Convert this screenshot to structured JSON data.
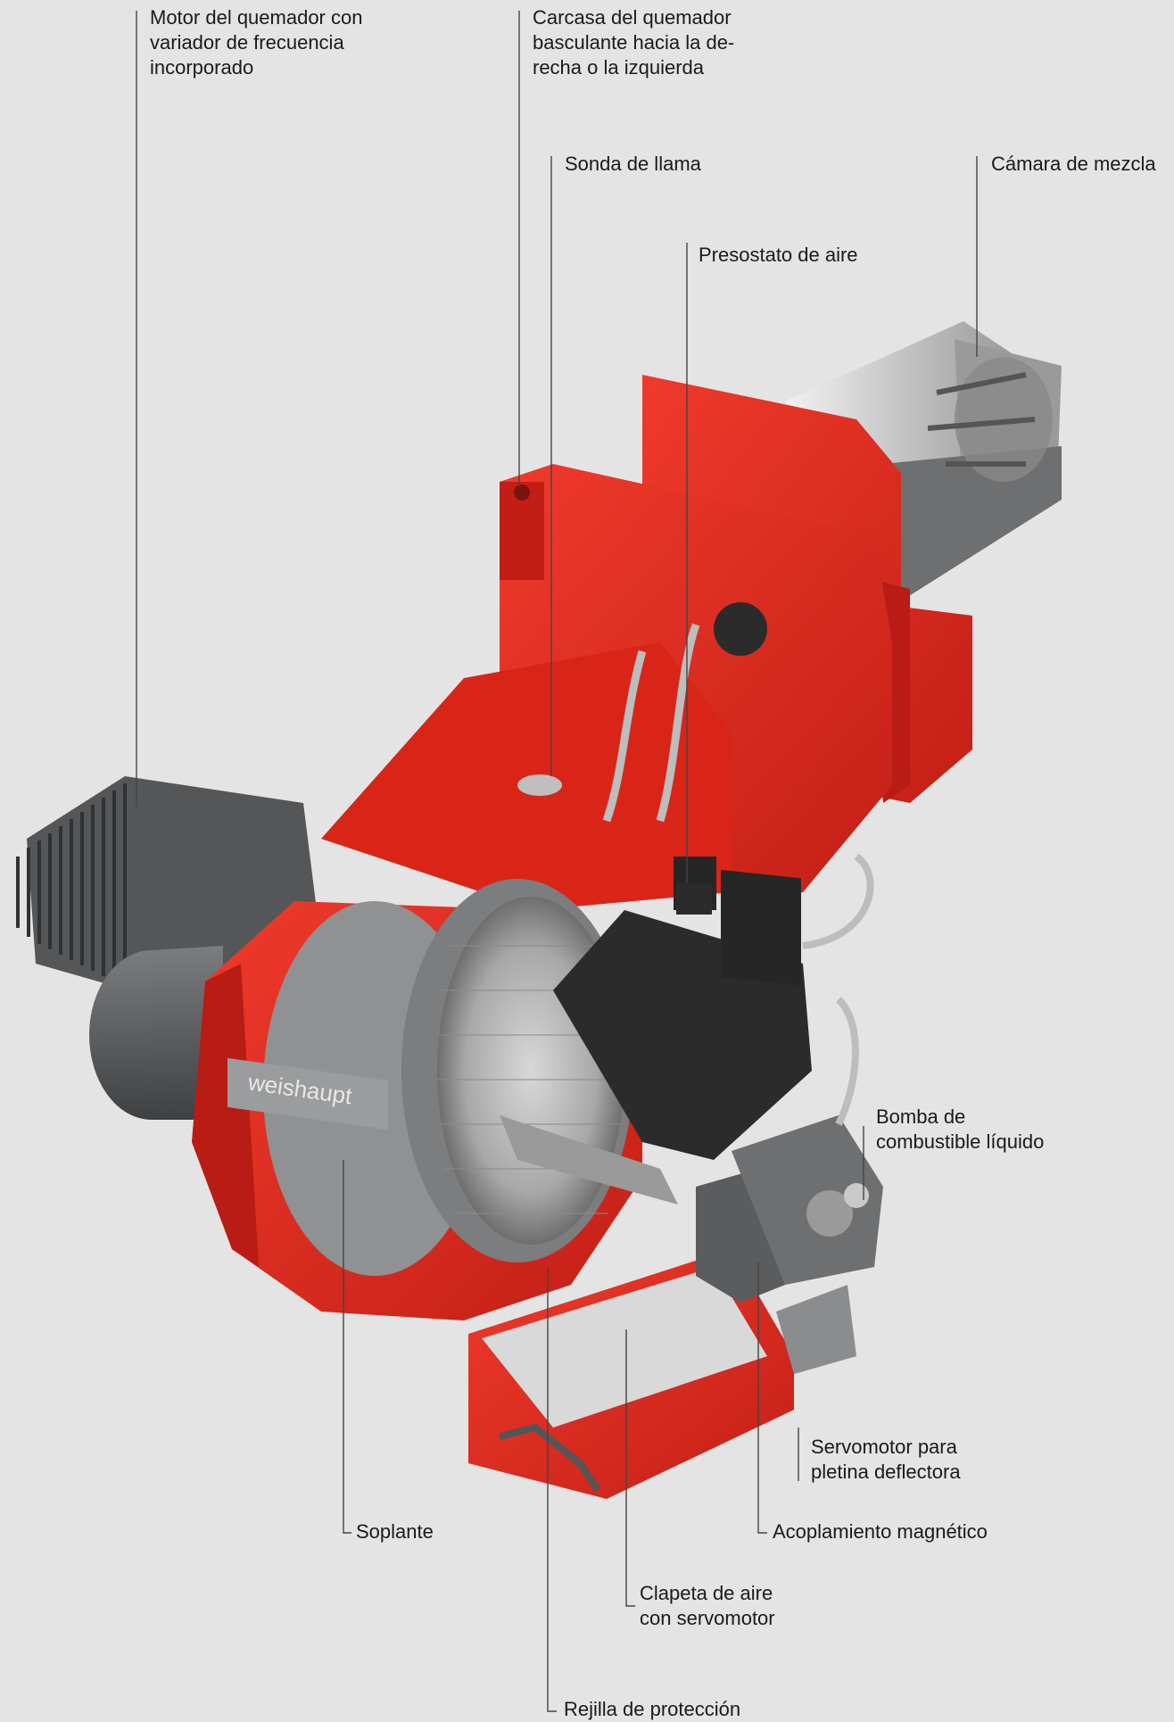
{
  "brand": {
    "logo_text": "weishaupt"
  },
  "colors": {
    "background": "#e4e4e4",
    "housing_red": "#e4291f",
    "housing_dark_red": "#b81c14",
    "motor_grey": "#5a5c5e",
    "metal_light": "#cfcfcf",
    "black_box": "#2b2b2b"
  },
  "labels": {
    "motor": "Motor del quemador con\nvariador de frecuencia\nincorporado",
    "housing": "Carcasa del quemador\nbasculante hacia la de-\nrecha o la izquierda",
    "flame_probe": "Sonda de llama",
    "mixing_chamber": "Cámara de mezcla",
    "air_pressostat": "Presostato de aire",
    "oil_pump": "Bomba de\ncombustible líquido",
    "servomotor_plate": "Servomotor para\npletina deflectora",
    "fan": "Soplante",
    "magnetic_coupling": "Acoplamiento magnético",
    "air_damper": "Clapeta de aire\ncon servomotor",
    "guard_grille": "Rejilla de protección"
  }
}
